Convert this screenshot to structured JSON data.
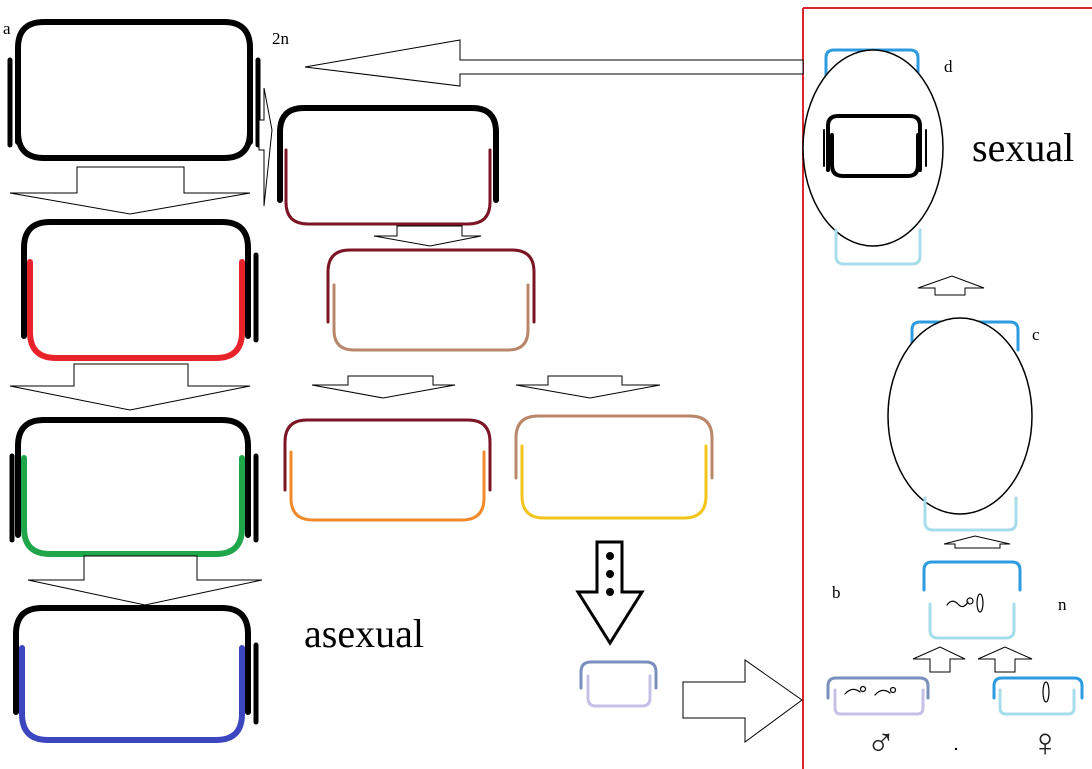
{
  "labels": {
    "a": "a",
    "b": "b",
    "c": "c",
    "d": "d",
    "ploidy_2n": "2n",
    "ploidy_n": "n",
    "asexual": "asexual",
    "sexual": "sexual",
    "male_symbol": "♂",
    "female_symbol": "♀"
  },
  "colors": {
    "black": "#000000",
    "red": "#e8232a",
    "green": "#1fa64a",
    "blue": "#3c46be",
    "maroon": "#7b1525",
    "tan": "#b9876a",
    "orange": "#f28a2c",
    "yellow": "#f3c419",
    "sky": "#2c9be0",
    "light_blue": "#a7dcea",
    "lavender": "#c5c0e6",
    "slate": "#7b8fbd",
    "frame_red": "#d9262f"
  }
}
